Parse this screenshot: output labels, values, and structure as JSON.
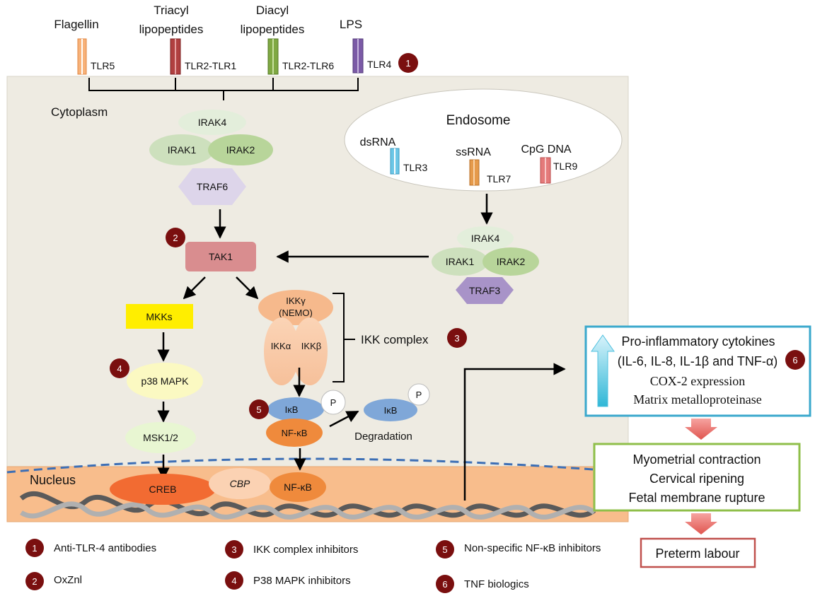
{
  "ligands": {
    "flagellin": "Flagellin",
    "triacyl_1": "Triacyl",
    "triacyl_2": "lipopeptides",
    "diacyl_1": "Diacyl",
    "diacyl_2": "lipopeptides",
    "lps": "LPS"
  },
  "receptors": {
    "tlr5": "TLR5",
    "tlr2_tlr1": "TLR2-TLR1",
    "tlr2_tlr6": "TLR2-TLR6",
    "tlr4": "TLR4",
    "tlr3": "TLR3",
    "tlr7": "TLR7",
    "tlr9": "TLR9"
  },
  "regions": {
    "cytoplasm": "Cytoplasm",
    "endosome": "Endosome",
    "nucleus": "Nucleus"
  },
  "endosome_ligands": {
    "dsrna": "dsRNA",
    "ssrna": "ssRNA",
    "cpg": "CpG DNA"
  },
  "nodes": {
    "irak4": "IRAK4",
    "irak1": "IRAK1",
    "irak2": "IRAK2",
    "traf6": "TRAF6",
    "traf3": "TRAF3",
    "tak1": "TAK1",
    "mkks": "MKKs",
    "p38": "p38 MAPK",
    "msk": "MSK1/2",
    "creb": "CREB",
    "cbp": "CBP",
    "ikk_gamma_1": "IKKγ",
    "ikk_gamma_2": "(NEMO)",
    "ikk_alpha": "IKKα",
    "ikk_beta": "IKKβ",
    "ikk_complex": "IKK complex",
    "ikb": "IκB",
    "nfkb": "NF-κB",
    "p": "P",
    "degradation": "Degradation"
  },
  "outcomes": {
    "cyto_1": "Pro-inflammatory cytokines",
    "cyto_2": "(IL-6, IL-8, IL-1β and TNF-α)",
    "cyto_3": "COX-2 expression",
    "cyto_4": "Matrix metalloproteinase",
    "effect_1": "Myometrial contraction",
    "effect_2": "Cervical ripening",
    "effect_3": "Fetal membrane rupture",
    "final": "Preterm labour"
  },
  "badges": [
    "1",
    "2",
    "3",
    "4",
    "5",
    "6"
  ],
  "legend": [
    {
      "num": "1",
      "text": "Anti-TLR-4 antibodies"
    },
    {
      "num": "2",
      "text": "OxZnl"
    },
    {
      "num": "3",
      "text": "IKK complex inhibitors"
    },
    {
      "num": "4",
      "text": "P38 MAPK inhibitors"
    },
    {
      "num": "5",
      "text": "Non-specific NF-κB inhibitors"
    },
    {
      "num": "6",
      "text": "TNF biologics"
    }
  ],
  "colors": {
    "cell": "#eeebe2",
    "nucleus": "#f8bd8c",
    "badge": "#7a0f0f",
    "tak1": "#d98d8f",
    "mkks": "#ffee00",
    "ikb": "#7fa7d8",
    "nfkb": "#ef8a3c",
    "creb": "#f26b32",
    "outcome_box_border": "#3aa8cc",
    "effect_box_border": "#8fbf4a",
    "final_box_border": "#c0504d"
  }
}
